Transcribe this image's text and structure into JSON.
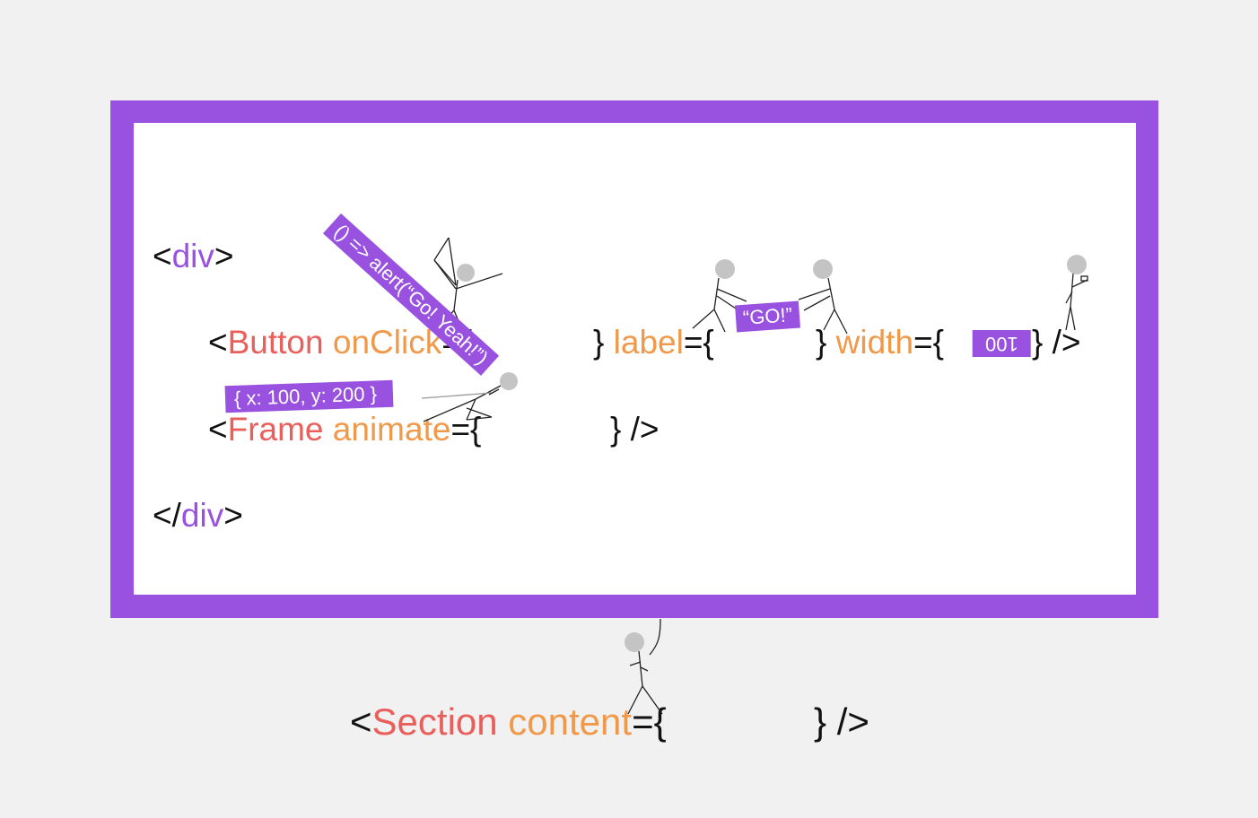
{
  "code": {
    "line1": {
      "open": "<",
      "tag": "div",
      "close": ">"
    },
    "line2": {
      "open": "<",
      "component": "Button",
      "attr1": "onClick",
      "eq1": "={",
      "close1": "} ",
      "attr2": "label",
      "eq2": "={",
      "close2": "} ",
      "attr3": "width",
      "eq3": "={",
      "close3": "} />"
    },
    "line3": {
      "open": "<",
      "component": "Frame",
      "attr": "animate",
      "eq": "={",
      "close": "} />"
    },
    "line4": {
      "open": "</",
      "tag": "div",
      "close": ">"
    },
    "line5": {
      "open": "<",
      "component": "Section",
      "attr": "content",
      "eq": "={",
      "close": "} />"
    }
  },
  "labels": {
    "onclick_value": "() => alert(“Go! Yeah!”)",
    "label_value": "“GO!”",
    "width_value": "100",
    "animate_value": "{ x: 100, y: 200 }"
  },
  "colors": {
    "accent_purple": "#9952e0",
    "component_red": "#e85f5c",
    "attribute_orange": "#f0994a",
    "figure_head_gray": "#c4c4c4",
    "background": "#f1f1f1"
  }
}
